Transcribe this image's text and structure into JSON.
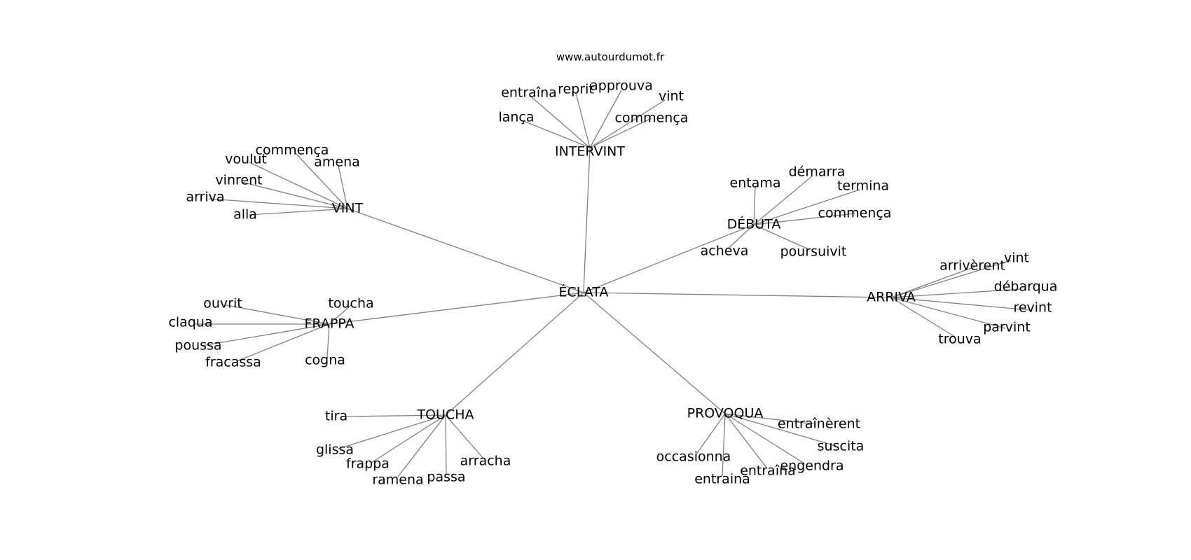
{
  "source": "www.autourdumot.fr",
  "graph": {
    "root": "ÉCLATA",
    "branches": [
      {
        "word": "INTERVINT",
        "children": [
          "entraîna",
          "reprit",
          "approuva",
          "vint",
          "lança",
          "commença"
        ]
      },
      {
        "word": "VINT",
        "children": [
          "commença",
          "voulut",
          "amena",
          "vinrent",
          "arriva",
          "alla"
        ]
      },
      {
        "word": "DÉBUTA",
        "children": [
          "entama",
          "démarra",
          "termina",
          "commença",
          "acheva",
          "poursuivit"
        ]
      },
      {
        "word": "ARRIVA",
        "children": [
          "arrivèrent",
          "vint",
          "débarqua",
          "revint",
          "parvint",
          "trouva"
        ]
      },
      {
        "word": "FRAPPA",
        "children": [
          "ouvrit",
          "toucha",
          "claqua",
          "poussa",
          "fracassa",
          "cogna"
        ]
      },
      {
        "word": "TOUCHA",
        "children": [
          "tira",
          "glissa",
          "frappa",
          "ramena",
          "passa",
          "arracha"
        ]
      },
      {
        "word": "PROVOQUA",
        "children": [
          "entraînèrent",
          "suscita",
          "occasionna",
          "entraina",
          "entraîna",
          "engendra"
        ]
      }
    ]
  }
}
